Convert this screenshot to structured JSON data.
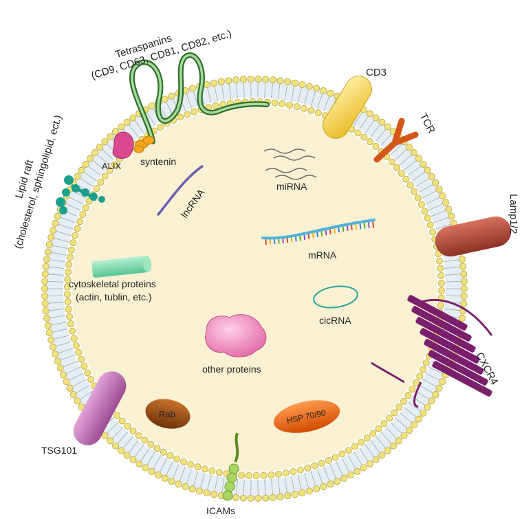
{
  "labels": {
    "tetraspanins_title": "Tetraspanins",
    "tetraspanins_examples": "(CD9, CD63, CD81, CD82, etc.)",
    "cd3": "CD3",
    "tcr": "TCR",
    "lipid_raft_title": "Lipid raft",
    "lipid_raft_detail1": "(cholesterol, sphingolipid, ect.)",
    "lipid_raft_detail2": "(cholesterol, sphingolipid, ect.)",
    "alix": "ALIX",
    "syntenin": "syntenin",
    "mirna": "miRNA",
    "lncrna": "lncRNA",
    "lamp": "Lamp1/2",
    "mrna": "mRNA",
    "cytoskeletal_line1": "cytoskeletal proteins",
    "cytoskeletal_line2": "(actin, tublin, etc.)",
    "cicrna": "cicRNA",
    "other_proteins": "other proteins",
    "cxcr4": "CXCR4",
    "tsg101": "TSG101",
    "rab": "Rab",
    "hsp": "HSP 70/90",
    "icams": "ICAMs"
  },
  "colors": {
    "lumen": "#faf0d2",
    "membrane_band": "#e6eef3",
    "lipid_head": "#f2e27e",
    "lipid_head_stroke": "#b5a640",
    "tetraspanin": "#3f8a3a",
    "cd3": "#f5d243",
    "tcr": "#e0641c",
    "lamp": "#b24a3a",
    "cxcr4": "#7a1f6b",
    "tsg101": "#c275b6",
    "rab": "#9b4c18",
    "hsp": "#ec6a1e",
    "icams": "#9ccc4a",
    "lipid_raft": "#1aa08b",
    "alix": "#d9478f",
    "syntenin": "#f2a61e",
    "lncrna": "#6b5fb5",
    "mrna_backbone": "#4fb3d9",
    "cicrna": "#2aa39a",
    "cytoskeletal": "#7fd8b0",
    "other_proteins": "#f08ab8"
  }
}
